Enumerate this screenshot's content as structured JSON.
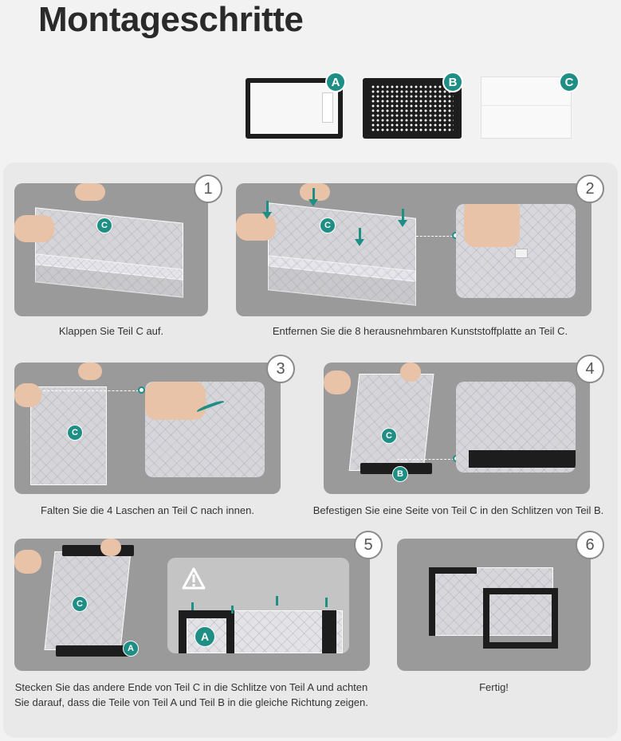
{
  "page": {
    "title": "Montageschritte"
  },
  "parts": [
    {
      "label": "A"
    },
    {
      "label": "B"
    },
    {
      "label": "C"
    }
  ],
  "steps": [
    {
      "number": "1",
      "caption": "Klappen Sie Teil C auf.",
      "labels": [
        "C"
      ]
    },
    {
      "number": "2",
      "caption": "Entfernen Sie die 8 herausnehmbaren Kunststoffplatte an Teil C.",
      "labels": [
        "C"
      ]
    },
    {
      "number": "3",
      "caption": "Falten Sie die 4 Laschen an Teil C nach innen.",
      "labels": [
        "C"
      ]
    },
    {
      "number": "4",
      "caption": "Befestigen Sie eine Seite von Teil C in den Schlitzen von Teil B.",
      "labels": [
        "C",
        "B"
      ]
    },
    {
      "number": "5",
      "caption_line1": "Stecken Sie das andere Ende von Teil C in die Schlitze von Teil A und achten",
      "caption_line2": "Sie darauf, dass die Teile von Teil A und Teil B in die gleiche Richtung zeigen.",
      "labels": [
        "C",
        "A",
        "A"
      ]
    },
    {
      "number": "6",
      "caption": "Fertig!"
    }
  ],
  "colors": {
    "accent": "#1f8f86",
    "panel": "#9a9a9a",
    "background": "#f2f2f2"
  },
  "icons": [
    "warning-icon"
  ]
}
